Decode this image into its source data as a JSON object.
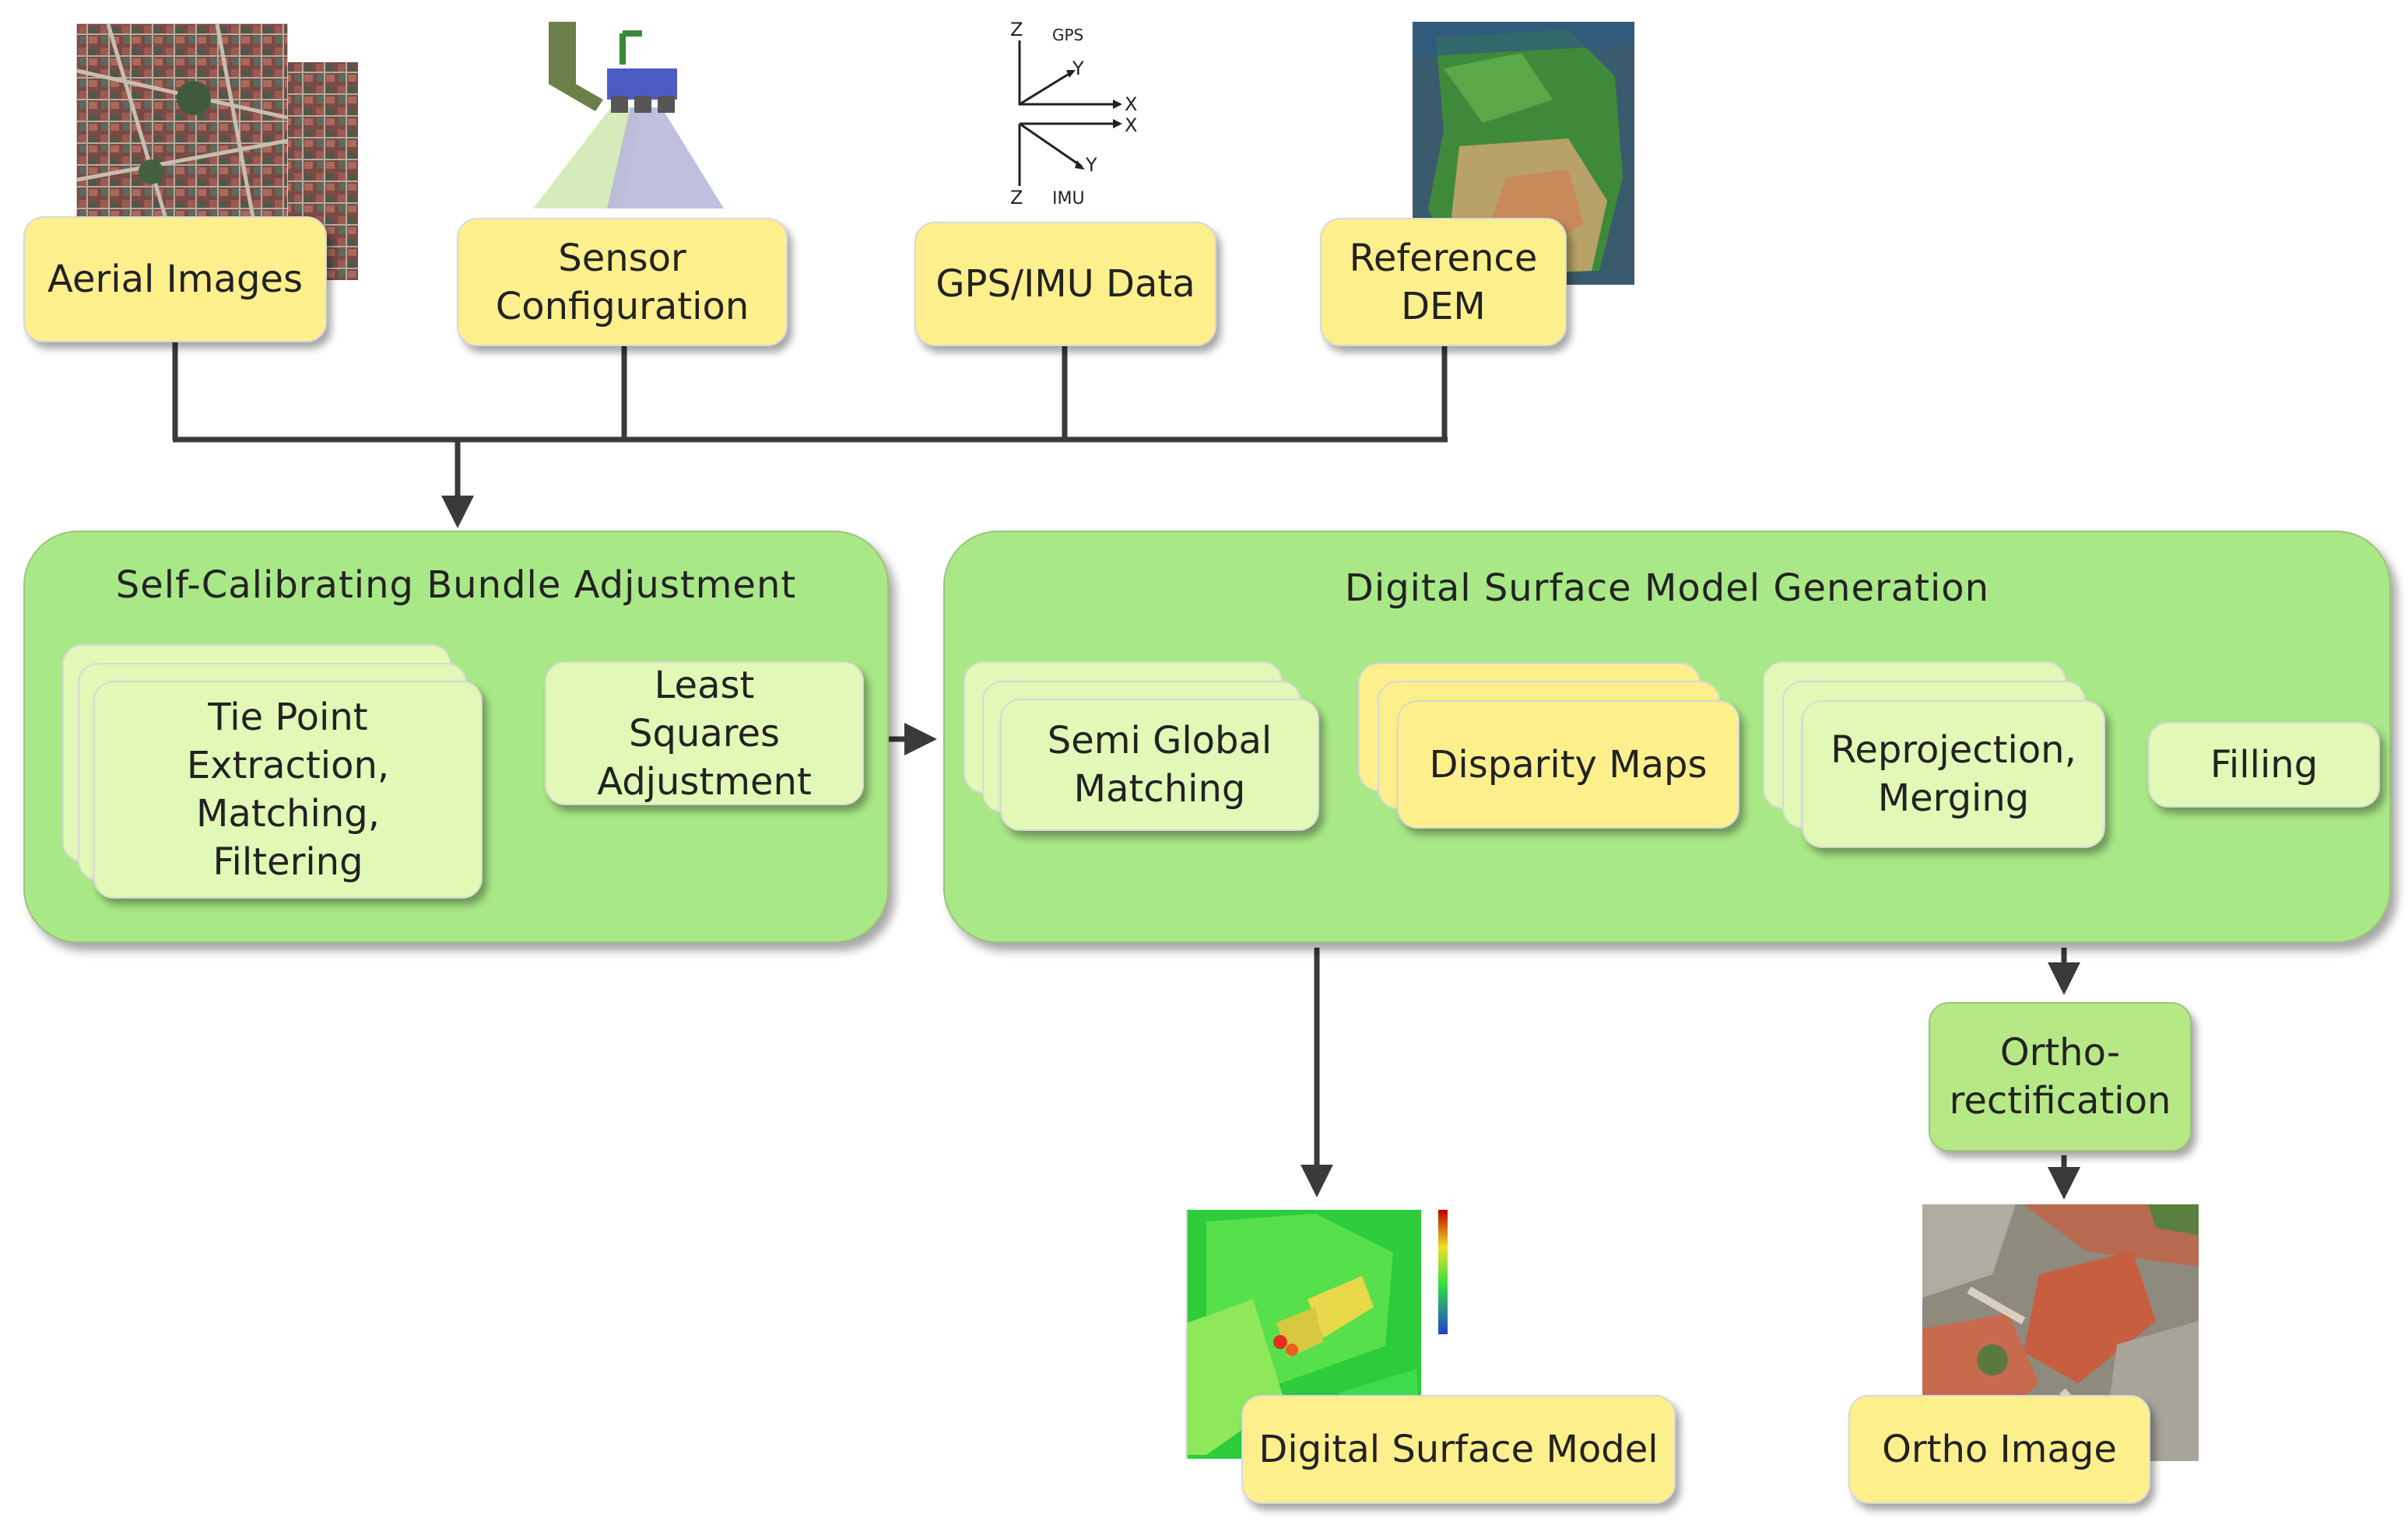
{
  "inputs": {
    "aerial_images": "Aerial Images",
    "sensor_configuration": "Sensor Configuration",
    "gps_imu_data": "GPS/IMU Data",
    "reference_dem": "Reference DEM"
  },
  "axes_icon": {
    "top_label": "GPS",
    "bottom_label": "IMU",
    "z": "Z",
    "y": "Y",
    "x": "X"
  },
  "bundle_adjustment": {
    "title": "Self-Calibrating  Bundle  Adjustment",
    "tie_point": "Tie Point Extraction, Matching,  Filtering",
    "least_squares": "Least Squares Adjustment"
  },
  "dsm_generation": {
    "title": "Digital  Surface  Model Generation",
    "sgm": "Semi Global Matching",
    "disparity": "Disparity  Maps",
    "reprojection": "Reprojection, Merging",
    "filling": "Filling"
  },
  "ortho_rectification": "Ortho-rectification",
  "outputs": {
    "dsm": "Digital  Surface  Model",
    "ortho_image": "Ortho Image"
  },
  "colors": {
    "input_box": "#fdf08c",
    "panel": "#a9e887",
    "inner_box": "#e2f8b6",
    "arrow": "#3a3a3a"
  }
}
